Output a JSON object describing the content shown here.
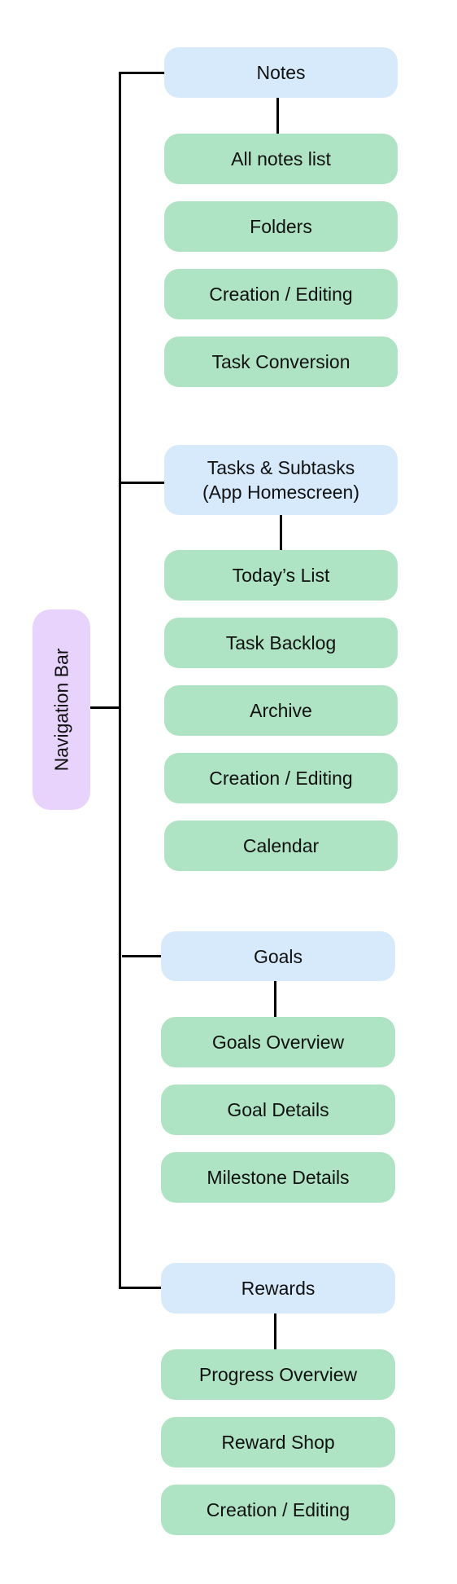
{
  "colors": {
    "nav": "#e8d3fc",
    "section": "#d6eafc",
    "item": "#aee3c3",
    "line": "#000000",
    "text": "#111111"
  },
  "nav": {
    "label": "Navigation Bar"
  },
  "groups": [
    {
      "title": "Notes",
      "items": [
        "All notes list",
        "Folders",
        "Creation / Editing",
        "Task Conversion"
      ]
    },
    {
      "title": "Tasks & Subtasks\n(App Homescreen)",
      "items": [
        "Today’s List",
        "Task Backlog",
        "Archive",
        "Creation / Editing",
        "Calendar"
      ]
    },
    {
      "title": "Goals",
      "items": [
        "Goals Overview",
        "Goal Details",
        "Milestone Details"
      ]
    },
    {
      "title": "Rewards",
      "items": [
        "Progress Overview",
        "Reward Shop",
        "Creation / Editing"
      ]
    }
  ]
}
